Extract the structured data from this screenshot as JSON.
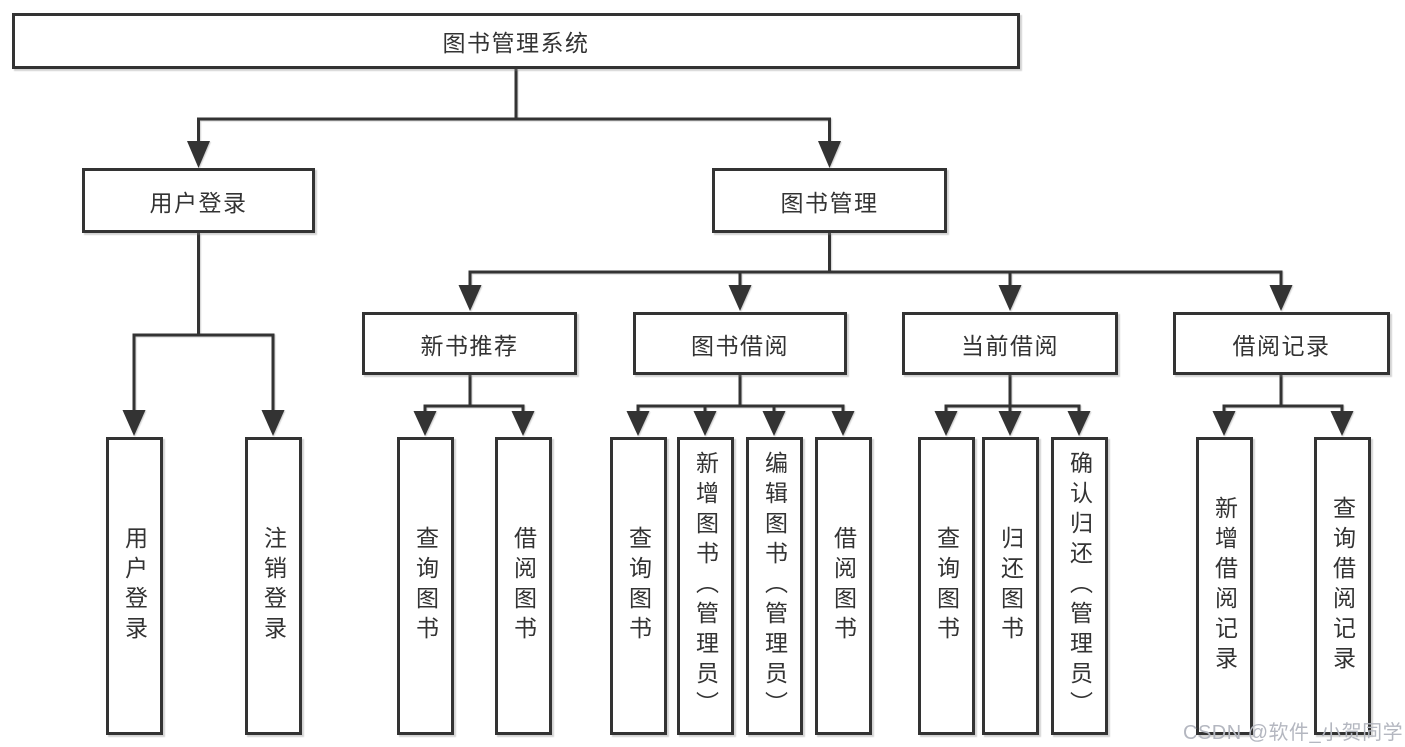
{
  "diagram": {
    "root": "图书管理系统",
    "branches": [
      {
        "label": "用户登录",
        "children": [
          "用户登录",
          "注销登录"
        ]
      },
      {
        "label": "图书管理",
        "children": [
          {
            "label": "新书推荐",
            "children": [
              "查询图书",
              "借阅图书"
            ]
          },
          {
            "label": "图书借阅",
            "children": [
              "查询图书",
              "新增图书（管理员）",
              "编辑图书（管理员）",
              "借阅图书"
            ]
          },
          {
            "label": "当前借阅",
            "children": [
              "查询图书",
              "归还图书",
              "确认归还（管理员）"
            ]
          },
          {
            "label": "借阅记录",
            "children": [
              "新增借阅记录",
              "查询借阅记录"
            ]
          }
        ]
      }
    ]
  },
  "watermark": "CSDN @软件_小贺同学",
  "colors": {
    "line": "#333333",
    "box_fill": "#ffffff",
    "text": "#333333",
    "watermark": "#b4b7c0",
    "background": "#ffffff"
  }
}
